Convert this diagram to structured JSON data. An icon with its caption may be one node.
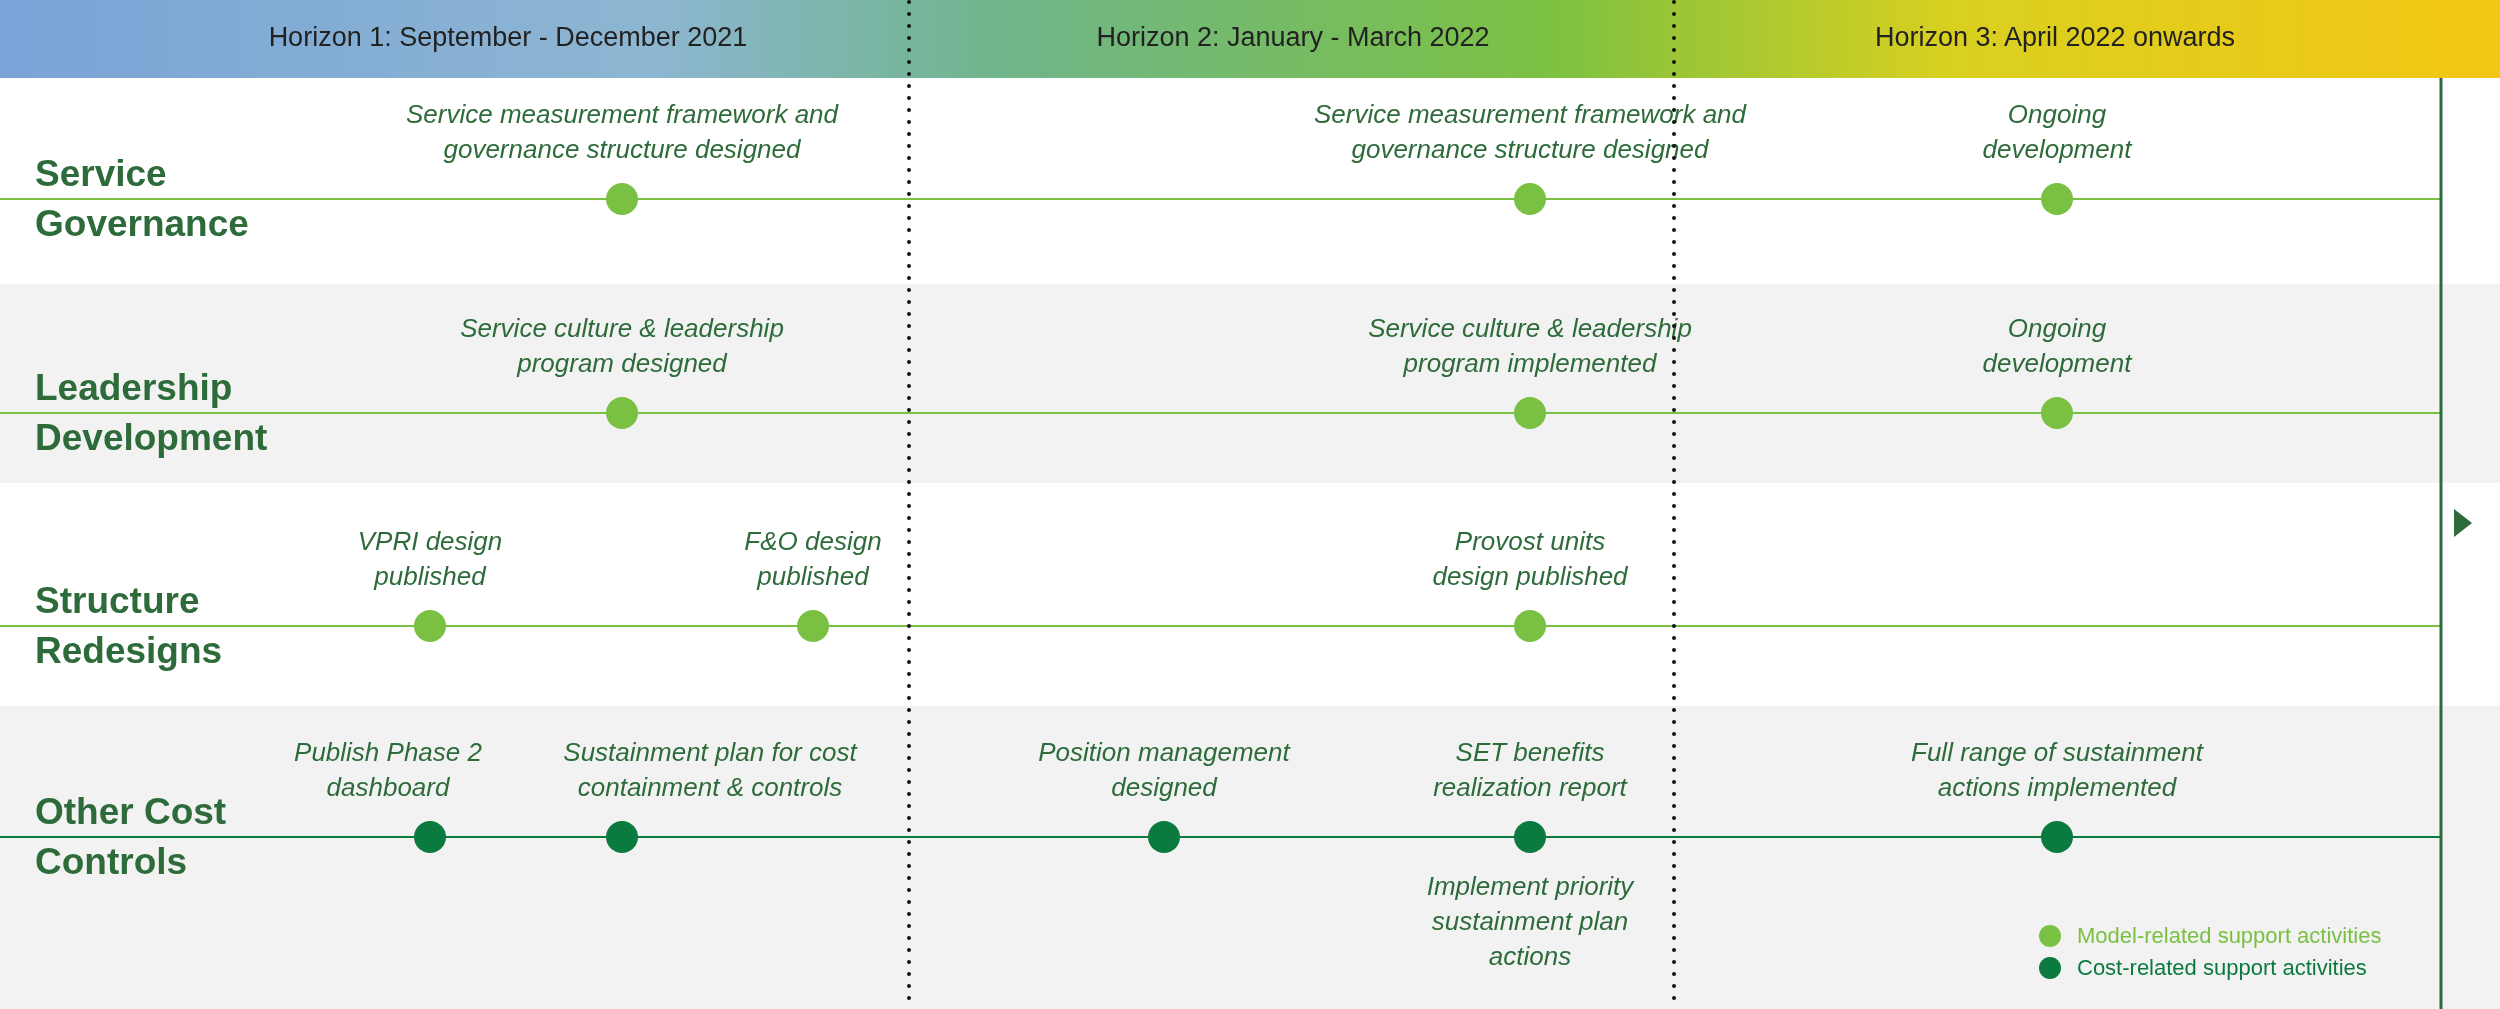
{
  "diagram": {
    "nodes": [
      {
        "text": [
          "Service Governance"
        ]
      },
      {
        "text": [
          "Service measurement framework and governance structure designed"
        ],
        "in": 0
      },
      {
        "text": [
          "Service measurement framework and governance structure designed"
        ],
        "in": 0
      },
      {
        "text": [
          "Ongoing development"
        ],
        "in": 0
      },
      {
        "text": [
          "Leadership Development"
        ]
      },
      {
        "text": [
          "Service culture & leadership program designed"
        ],
        "in": 4
      },
      {
        "text": [
          "Service culture & leadership program implemented"
        ],
        "in": 4
      },
      {
        "text": [
          "Ongoing development"
        ],
        "in": 4
      },
      {
        "text": [
          "Structure Redesigns"
        ]
      },
      {
        "text": [
          "VPRI design published"
        ],
        "in": 8
      },
      {
        "text": [
          "F&O design published"
        ],
        "in": 8
      },
      {
        "text": [
          "Provost units design published"
        ],
        "in": 8
      },
      {
        "text": [
          "Other Cost Controls"
        ]
      },
      {
        "text": [
          "Publish Phase 2 dashboard"
        ],
        "in": 12
      },
      {
        "text": [
          "Sustainment plan for cost containment & controls"
        ],
        "in": 12
      },
      {
        "text": [
          "Position management designed"
        ],
        "in": 12
      },
      {
        "text": [
          "SET benefits realization report"
        ],
        "in": 12,
        "beside": [
          "Implement priority sustainment plan actions"
        ]
      },
      {
        "text": [
          "Full range of sustainment actions implemented"
        ],
        "in": 12
      }
    ],
    "labels": [
      "Horizon 1: September - December 2021",
      "Horizon 2: January - March 2022",
      "Horizon 3: April 2022 onwards"
    ],
    "legend": [
      {
        "text": "Model-related support activities",
        "color": "#7ac143"
      },
      {
        "text": "Cost-related support activities",
        "color": "#0b7a3e"
      }
    ]
  }
}
